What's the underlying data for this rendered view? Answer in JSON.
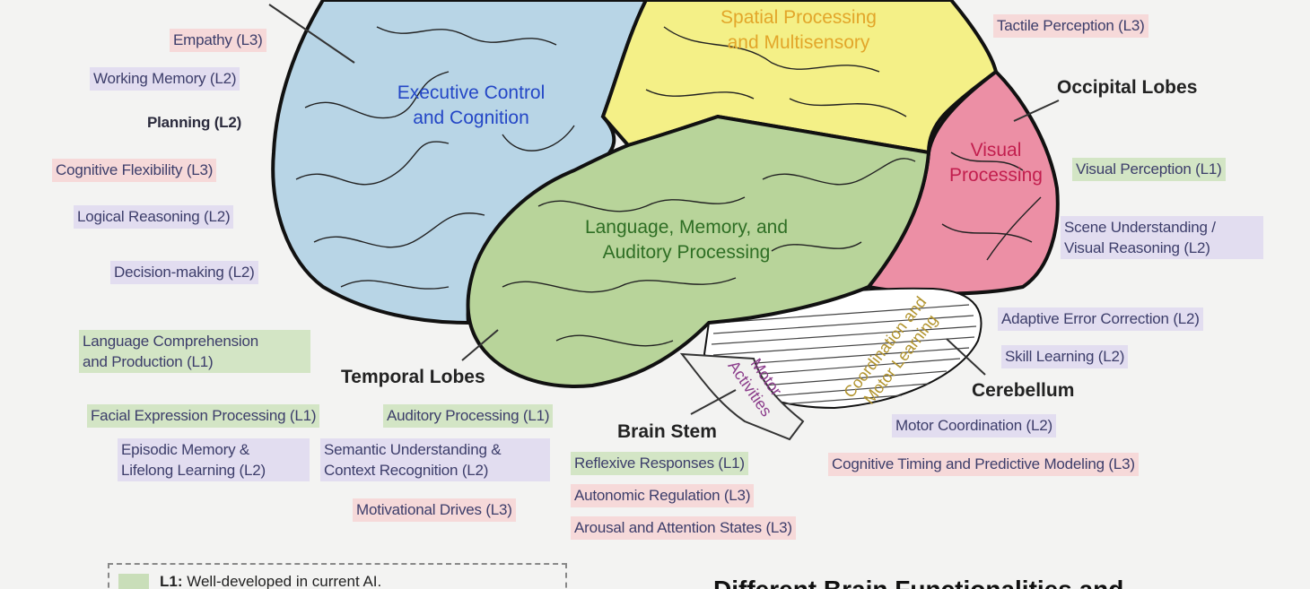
{
  "sections": {
    "occipital": "Occipital Lobes",
    "temporal": "Temporal Lobes",
    "brain_stem": "Brain Stem",
    "cerebellum": "Cerebellum"
  },
  "regions": {
    "frontal": "Executive Control\nand Cognition",
    "parietal": "Spatial Processing\nand Multisensory",
    "temporal": "Language, Memory, and\nAuditory Processing",
    "occipital": "Visual\nProcessing",
    "brain_stem": "Motor\nActivities",
    "cerebellum": "Coordination and\nMotor Learning"
  },
  "labels": {
    "empathy": "Empathy (L3)",
    "working_memory": "Working Memory (L2)",
    "planning": "Planning (L2)",
    "cognitive_flexibility": "Cognitive Flexibility (L3)",
    "logical_reasoning": "Logical Reasoning (L2)",
    "decision_making": "Decision-making (L2)",
    "language_comprehension": "Language Comprehension\nand Production (L1)",
    "facial_expression": "Facial Expression Processing (L1)",
    "auditory_processing": "Auditory Processing (L1)",
    "episodic_memory": "Episodic Memory &\nLifelong Learning (L2)",
    "semantic_understanding": "Semantic Understanding &\nContext Recognition (L2)",
    "motivational_drives": "Motivational Drives (L3)",
    "tactile_perception": "Tactile Perception (L3)",
    "visual_perception": "Visual Perception (L1)",
    "scene_understanding": "Scene Understanding /\nVisual Reasoning (L2)",
    "adaptive_error": "Adaptive Error Correction (L2)",
    "skill_learning": "Skill Learning (L2)",
    "motor_coordination": "Motor Coordination (L2)",
    "cognitive_timing": "Cognitive Timing and Predictive Modeling (L3)",
    "reflexive_responses": "Reflexive Responses (L1)",
    "autonomic_regulation": "Autonomic Regulation (L3)",
    "arousal_attention": "Arousal and Attention States (L3)"
  },
  "legend": {
    "level": "L1:",
    "text": "Well-developed in current AI."
  },
  "bottom_title": "Different Brain Functionalities and"
}
